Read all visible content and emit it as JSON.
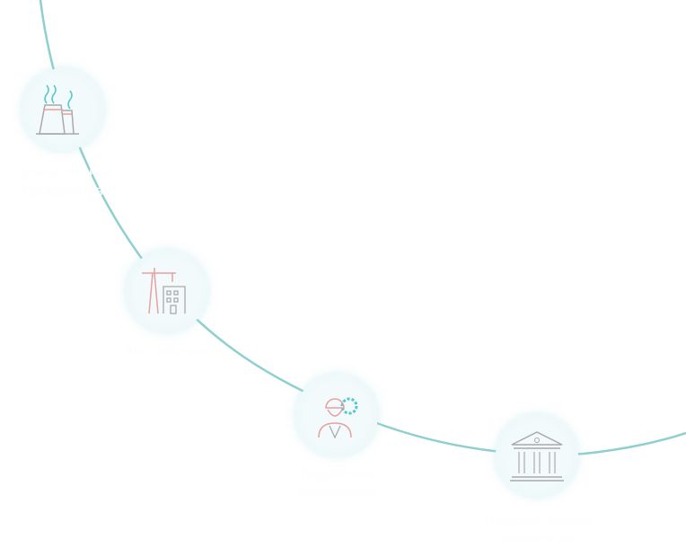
{
  "nodes": [
    {
      "icon": "factory-icon",
      "label_line1": "Промышленные",
      "label_line2": "предприятия"
    },
    {
      "icon": "construction-crane-icon",
      "label_line1": "Застройщики"
    },
    {
      "icon": "engineer-gear-icon",
      "label_line1": "Подрядные",
      "label_line2": "организации"
    },
    {
      "icon": "government-building-icon",
      "label_line1": "Государственные",
      "label_line2": "корпорации"
    }
  ],
  "colors": {
    "arc": "#8fcfcf",
    "accent": "#4fc9c9",
    "icon_line": "#aaaaaa",
    "icon_warm": "#e8a0a0"
  }
}
